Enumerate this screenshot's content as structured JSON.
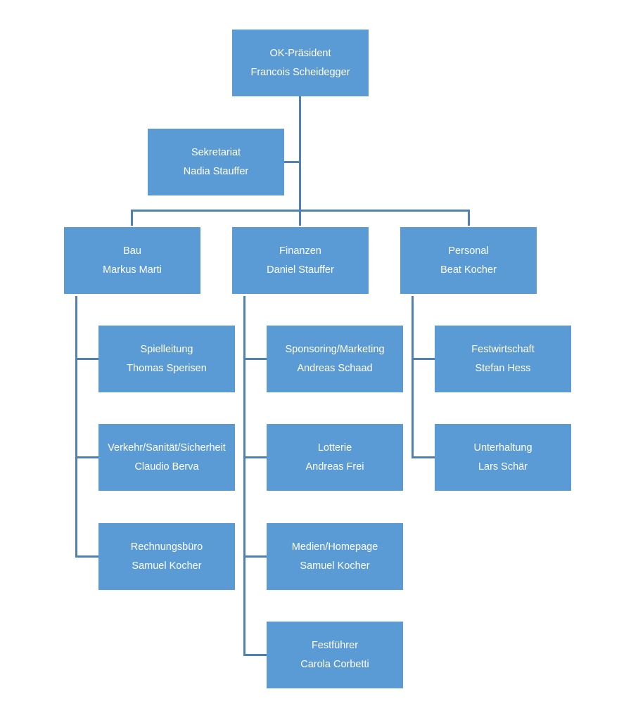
{
  "org_chart": {
    "president": {
      "role": "OK-Präsident",
      "name": "Francois Scheidegger"
    },
    "secretariat": {
      "role": "Sekretariat",
      "name": "Nadia Stauffer"
    },
    "departments": [
      {
        "role": "Bau",
        "name": "Markus Marti",
        "units": [
          {
            "role": "Spielleitung",
            "name": "Thomas Sperisen"
          },
          {
            "role": "Verkehr/Sanität/Sicherheit",
            "name": "Claudio Berva"
          },
          {
            "role": "Rechnungsbüro",
            "name": "Samuel Kocher"
          }
        ]
      },
      {
        "role": "Finanzen",
        "name": "Daniel Stauffer",
        "units": [
          {
            "role": "Sponsoring/Marketing",
            "name": "Andreas Schaad"
          },
          {
            "role": "Lotterie",
            "name": "Andreas Frei"
          },
          {
            "role": "Medien/Homepage",
            "name": "Samuel Kocher"
          },
          {
            "role": "Festführer",
            "name": "Carola Corbetti"
          }
        ]
      },
      {
        "role": "Personal",
        "name": "Beat Kocher",
        "units": [
          {
            "role": "Festwirtschaft",
            "name": "Stefan Hess"
          },
          {
            "role": "Unterhaltung",
            "name": "Lars Schär"
          }
        ]
      }
    ]
  },
  "colors": {
    "box_fill": "#5b9bd5",
    "connector": "#4f81b2",
    "text": "#ffffff"
  }
}
